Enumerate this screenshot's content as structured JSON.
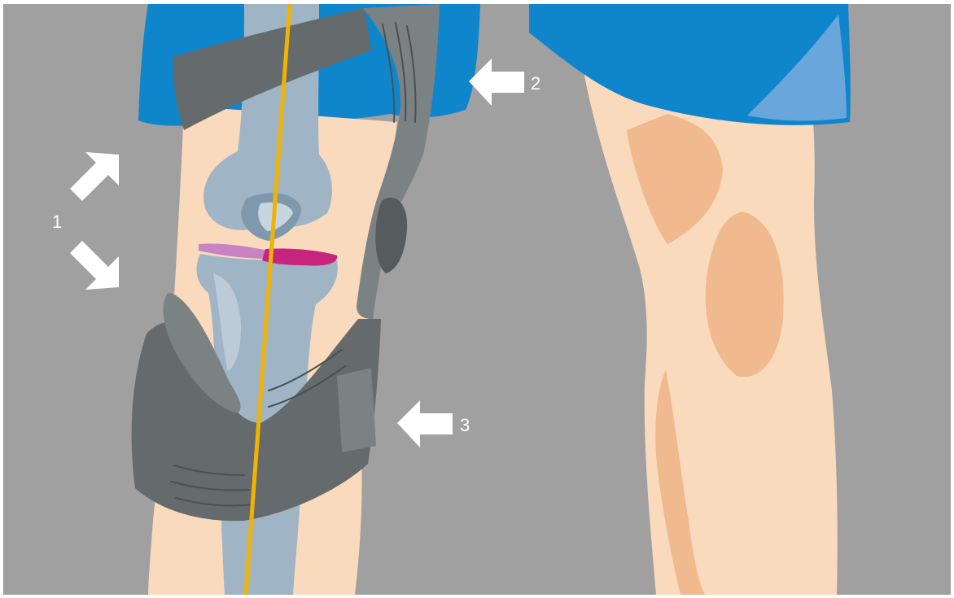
{
  "callouts": [
    {
      "id": "1",
      "label": "1"
    },
    {
      "id": "2",
      "label": "2"
    },
    {
      "id": "3",
      "label": "3"
    }
  ],
  "colors": {
    "background": "#a0a0a0",
    "skin": "#fadabd",
    "skin_shadow": "#f1b98e",
    "shorts": "#0f86cc",
    "shorts_highlight": "#68a6dc",
    "brace_dark": "#656a6c",
    "brace_mid": "#7b8284",
    "bone": "#9fb5c6",
    "cartilage_left": "#c783c2",
    "cartilage_right": "#c6247e",
    "load_line": "#f0b400",
    "arrow": "#ffffff"
  },
  "icons": {
    "arrow_1_up": "arrow-up-right-icon",
    "arrow_1_down": "arrow-down-right-icon",
    "arrow_2": "arrow-left-icon",
    "arrow_3": "arrow-left-icon"
  }
}
